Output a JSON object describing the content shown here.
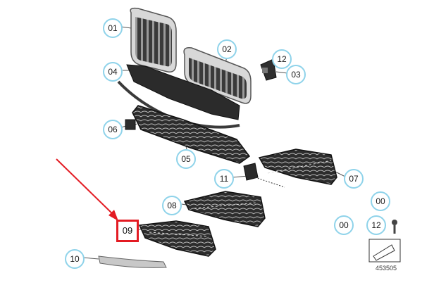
{
  "callouts": {
    "c01": "01",
    "c02": "02",
    "c03": "03",
    "c04": "04",
    "c05": "05",
    "c06": "06",
    "c07": "07",
    "c08": "08",
    "c09": "09",
    "c10": "10",
    "c11": "11",
    "c12a": "12",
    "c12b": "12",
    "c00a": "00",
    "c00b": "00"
  },
  "image_number": "453505",
  "colors": {
    "callout_border": "#8fd3ea",
    "highlight": "#e31b23",
    "arrow": "#e31b23",
    "part_dark": "#2b2b2b",
    "part_silver": "#c8c8c8"
  }
}
